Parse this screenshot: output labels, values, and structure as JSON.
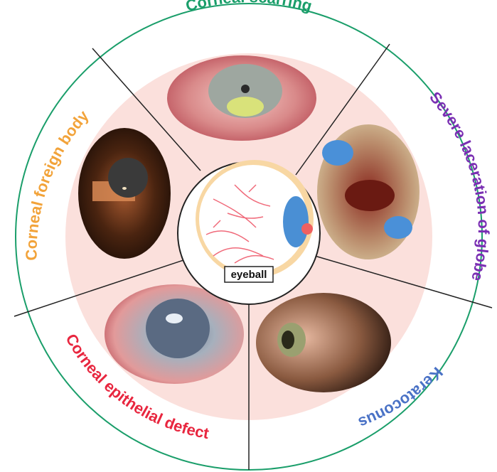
{
  "center": {
    "label": "eyeball",
    "icon": "eyeball-icon"
  },
  "segments": [
    {
      "id": "scarring",
      "label": "Corneal scarring",
      "color": "#1a9e6a",
      "photo_icon": "red-eye-scarring-photo"
    },
    {
      "id": "laceration",
      "label": "Severe laceration of globe",
      "color": "#7a2fb3",
      "photo_icon": "globe-laceration-surgery-photo"
    },
    {
      "id": "keratoconus",
      "label": "Keratoconus",
      "color": "#4a72c6",
      "photo_icon": "keratoconus-side-view-photo"
    },
    {
      "id": "epithelial",
      "label": "Corneal epithelial defect",
      "color": "#e8263f",
      "photo_icon": "epithelial-defect-eye-photo"
    },
    {
      "id": "foreign",
      "label": "Corneal foreign body",
      "color": "#f2a33a",
      "photo_icon": "foreign-body-slitlamp-photo"
    }
  ],
  "colors": {
    "outer_ring": "#1a9e6a",
    "inner_fill": "#fbe0dc",
    "divider": "#222222"
  }
}
